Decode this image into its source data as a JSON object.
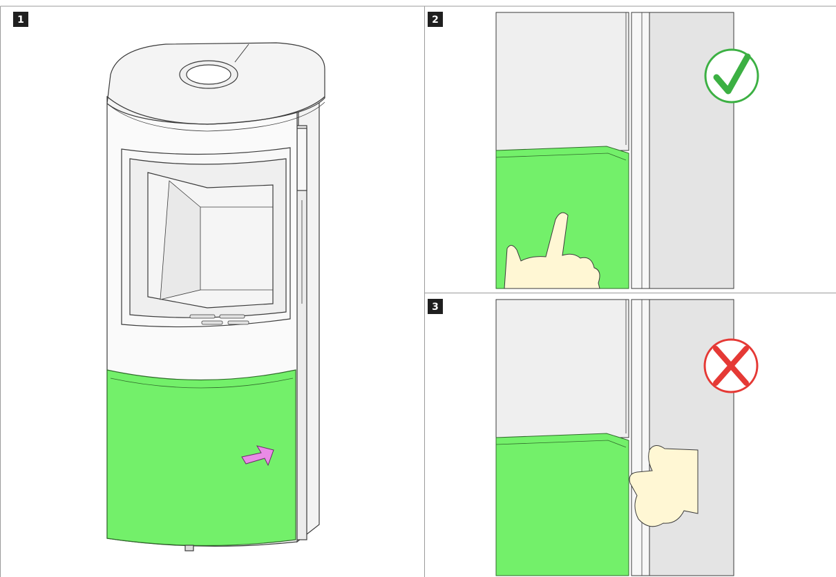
{
  "panels": [
    {
      "step": "1"
    },
    {
      "step": "2",
      "status_icon": "check-icon",
      "status_color": "#3cb043"
    },
    {
      "step": "3",
      "status_icon": "cross-icon",
      "status_color": "#e53935"
    }
  ],
  "colors": {
    "highlight": "#73f06a",
    "arrow": "#e98be6",
    "hand": "#fff7d4",
    "label_bg": "#1f1f1f"
  }
}
